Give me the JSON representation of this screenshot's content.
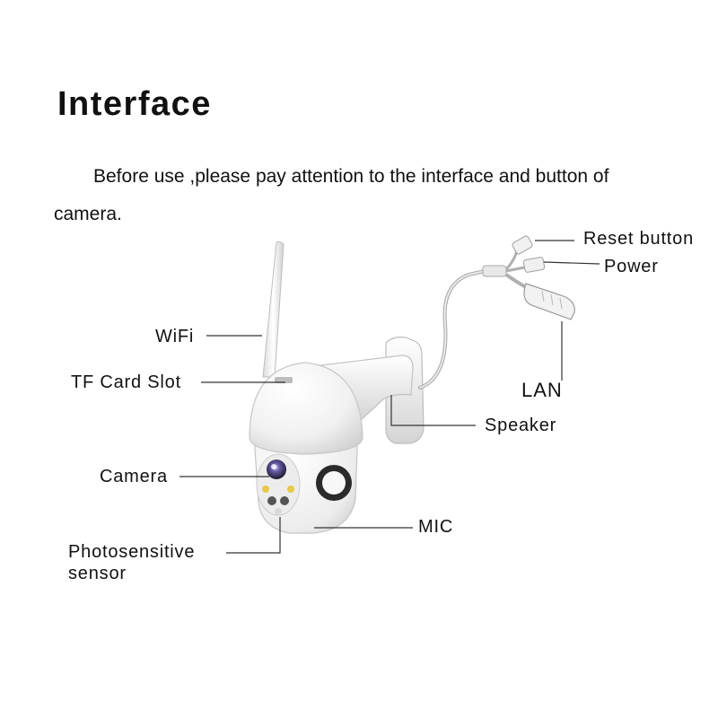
{
  "heading": "Interface",
  "intro": "Before use ,please pay attention to the interface and button of camera.",
  "labels": {
    "reset_button": "Reset button",
    "power": "Power",
    "lan": "LAN",
    "speaker": "Speaker",
    "wifi": "WiFi",
    "tf_card_slot": "TF Card Slot",
    "camera": "Camera",
    "mic": "MIC",
    "photosensitive_sensor_line1": "Photosensitive",
    "photosensitive_sensor_line2": "sensor"
  },
  "colors": {
    "text": "#111111",
    "leader_line": "#333333",
    "camera_body": "#f4f4f4",
    "camera_shadow": "#cfcfcf"
  },
  "icons": [
    "camera-device-illustration",
    "antenna-icon",
    "connector-cable-icon"
  ]
}
